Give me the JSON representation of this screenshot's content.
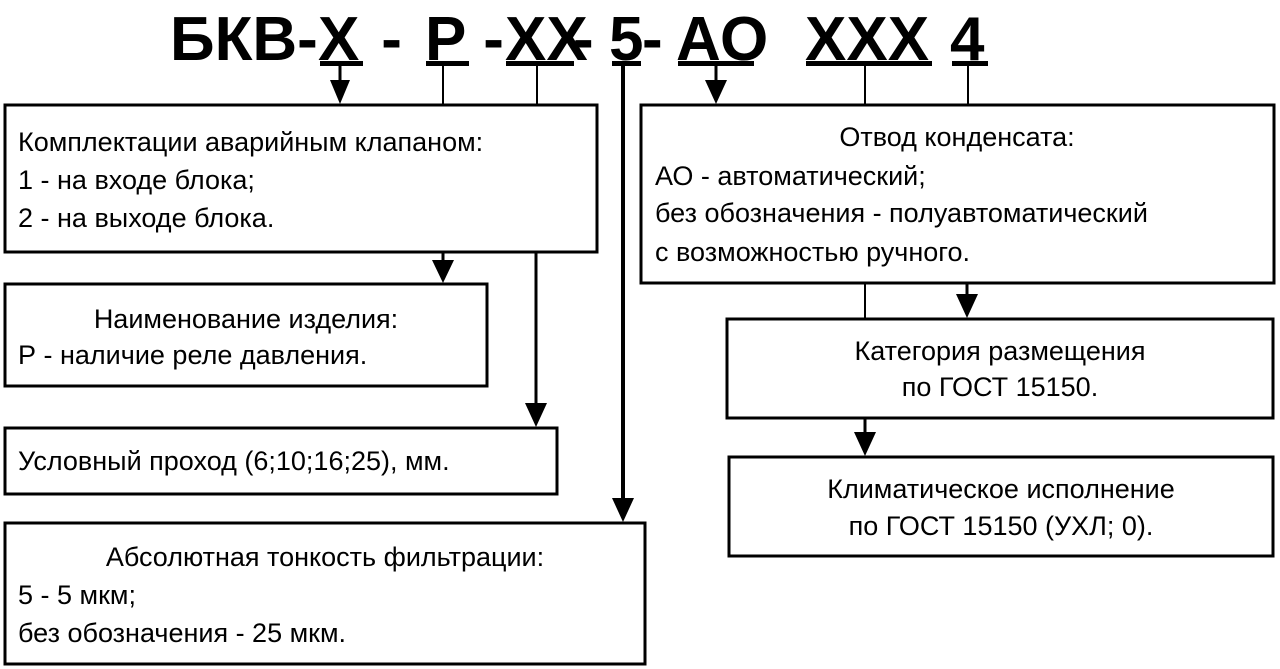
{
  "title": {
    "segments": [
      {
        "text": "БКВ-",
        "underlined": false
      },
      {
        "text": "Х",
        "underlined": true
      },
      {
        "text": " - ",
        "underlined": false
      },
      {
        "text": "Р",
        "underlined": true
      },
      {
        "text": " -",
        "underlined": false
      },
      {
        "text": "ХХ",
        "underlined": true
      },
      {
        "text": "-",
        "underlined": false
      },
      {
        "text": "5",
        "underlined": true
      },
      {
        "text": "-",
        "underlined": false
      },
      {
        "text": "АО",
        "underlined": true
      },
      {
        "text": "ХХХ",
        "underlined": true
      },
      {
        "text": "4",
        "underlined": true
      }
    ]
  },
  "boxes": {
    "valve": {
      "heading": "Комплектации аварийным клапаном:",
      "lines": [
        "1 - на входе блока;",
        "2 - на выходе блока."
      ]
    },
    "product_name": {
      "heading": "Наименование изделия:",
      "lines": [
        "Р - наличие реле давления."
      ]
    },
    "nominal_bore": {
      "heading": "Условный проход (6;10;16;25), мм.",
      "lines": []
    },
    "filtration": {
      "heading": "Абсолютная тонкость фильтрации:",
      "lines": [
        "5 - 5 мкм;",
        "без обозначения - 25 мкм."
      ]
    },
    "condensate": {
      "heading": "Отвод конденсата:",
      "lines": [
        "АО - автоматический;",
        "без обозначения - полуавтоматический",
        "с возможностью ручного."
      ]
    },
    "placement": {
      "lines": [
        "Категория размещения",
        "по ГОСТ 15150."
      ]
    },
    "climate": {
      "lines": [
        "Климатическое исполнение",
        "по ГОСТ 15150 (УХЛ; 0)."
      ]
    }
  },
  "colors": {
    "stroke": "#000000",
    "background": "#ffffff"
  }
}
